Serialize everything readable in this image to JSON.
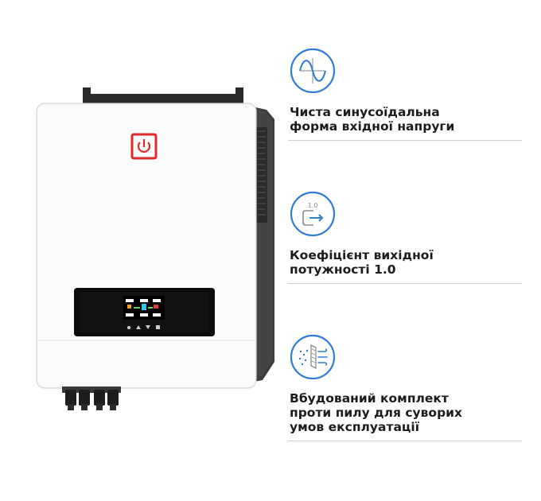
{
  "brand": {
    "accent": "#e02a2a",
    "icon_blue": "#2f7bd6"
  },
  "features": [
    {
      "icon": "sine-wave-icon",
      "label": "Чиста синусоїдальна\nформа вхідної напруги"
    },
    {
      "icon": "power-factor-icon",
      "icon_text": "1.0",
      "label": "Коефіцієнт вихідної\nпотужності 1.0"
    },
    {
      "icon": "dust-filter-icon",
      "label": "Вбудований комплект\nпроти пилу для суворих\nумов експлуатації"
    }
  ]
}
